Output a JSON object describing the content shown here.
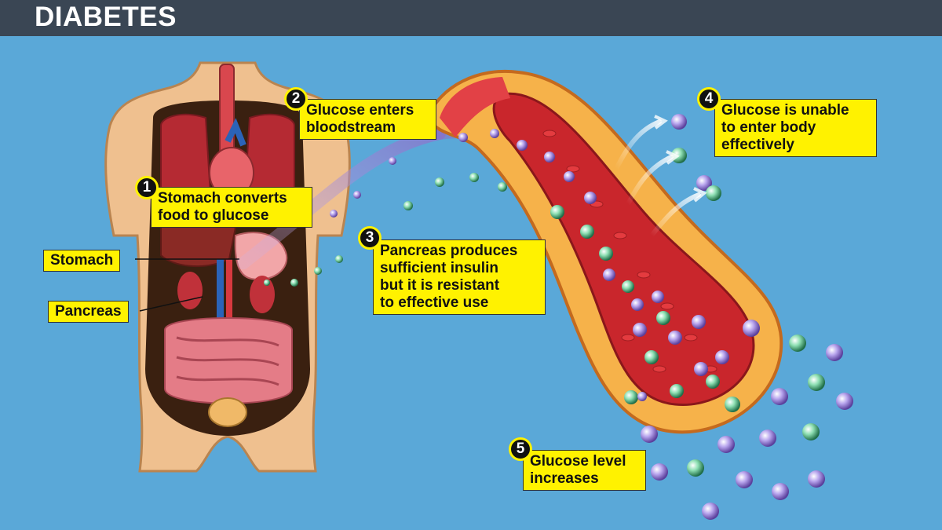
{
  "header": {
    "title": "DIABETES"
  },
  "colors": {
    "background": "#5aa8d8",
    "header_bar": "#3a4654",
    "callout_fill": "#fff200",
    "badge_fill": "#111111",
    "glucose_purple": "#8a6fc9",
    "glucose_green": "#3f9a6a"
  },
  "labels": {
    "stomach": "Stomach",
    "pancreas": "Pancreas"
  },
  "steps": [
    {
      "number": "1",
      "lines": [
        "Stomach converts",
        "food to glucose"
      ]
    },
    {
      "number": "2",
      "lines": [
        "Glucose enters",
        "bloodstream"
      ]
    },
    {
      "number": "3",
      "lines": [
        "Pancreas produces",
        "sufficient insulin",
        "but it is resistant",
        "to effective use"
      ]
    },
    {
      "number": "4",
      "lines": [
        "Glucose is unable",
        "to enter body",
        "effectively"
      ]
    },
    {
      "number": "5",
      "lines": [
        "Glucose level",
        "increases"
      ]
    }
  ]
}
